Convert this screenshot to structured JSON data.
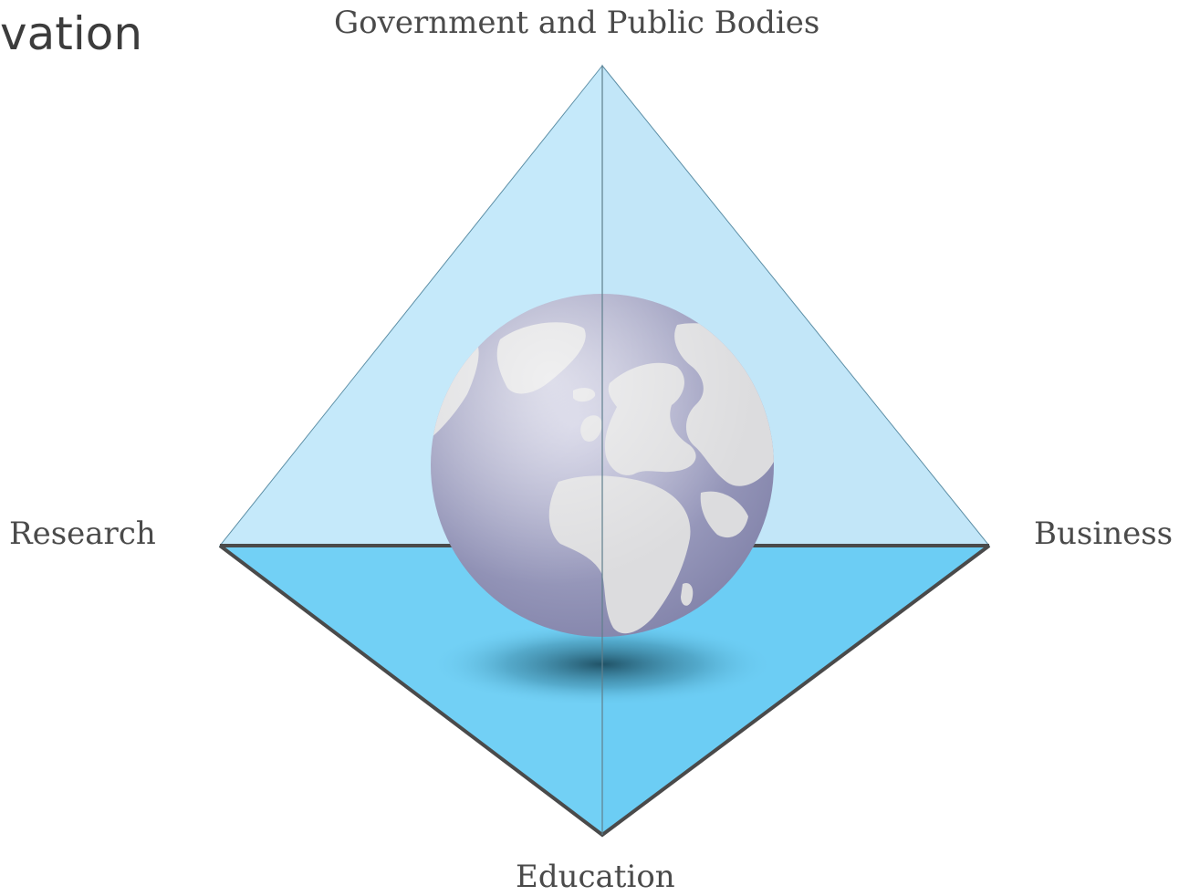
{
  "title_fragment": "vation",
  "vertices": {
    "top": "Government and Public Bodies",
    "left": "Research",
    "right": "Business",
    "bottom": "Education"
  },
  "colors": {
    "upper_face": "#c5e9fa",
    "lower_face": "#6fcff5",
    "outline": "#4a4a4a",
    "globe_ocean": "#9a9bbd",
    "globe_land": "#dcdcde",
    "text": "#4a4a4a"
  },
  "icons": {
    "center": "globe-icon"
  }
}
